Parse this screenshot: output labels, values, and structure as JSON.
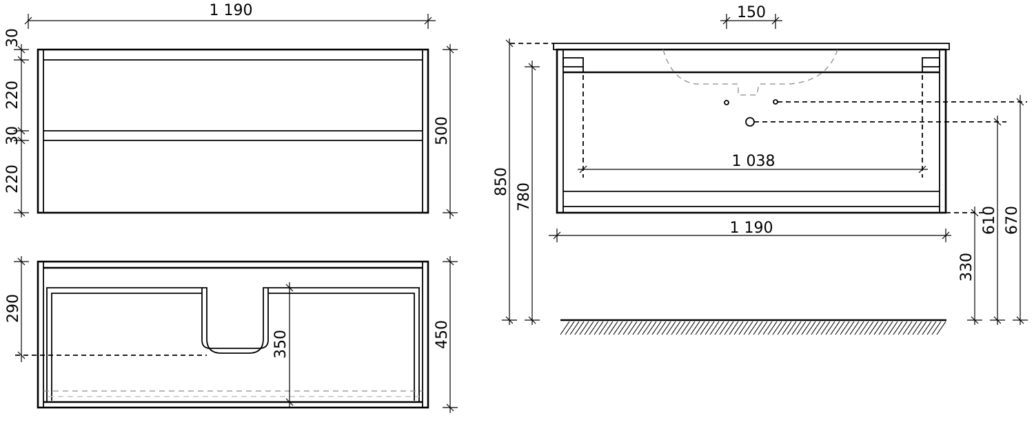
{
  "drawing": {
    "units": "mm",
    "front_view": {
      "width_label": "1 190",
      "height_label": "500",
      "vertical_stack_labels": [
        "30",
        "220",
        "30",
        "220"
      ]
    },
    "top_view": {
      "depth_label": "450",
      "drain_offset_label": "290",
      "inner_depth_label": "350"
    },
    "side_view": {
      "tap_spacing_label": "150",
      "total_height_label": "850",
      "mount_height_label": "780",
      "mount_spacing_label": "1 038",
      "width_label": "1 190",
      "inlet_height_label": "670",
      "drain_height_label": "610",
      "bottom_height_label": "330"
    }
  }
}
